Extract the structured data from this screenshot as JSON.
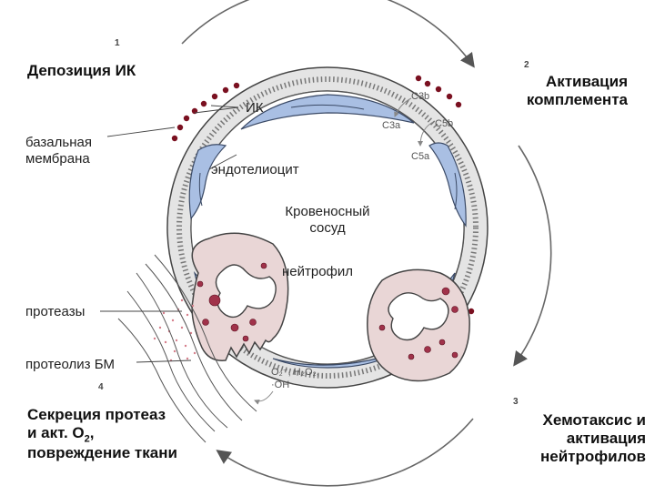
{
  "stages": {
    "s1": {
      "number": "1",
      "title": "Депозиция ИК"
    },
    "s2": {
      "number": "2",
      "title_line1": "Активация",
      "title_line2": "комплемента"
    },
    "s3": {
      "number": "3",
      "title_line1": "Хемотаксис и",
      "title_line2": "активация",
      "title_line3": "нейтрофилов"
    },
    "s4": {
      "number": "4",
      "title_line1": "Секреция протеаз",
      "title_line2": "и акт. O",
      "title_line2_sub": "2",
      "title_line2_tail": ",",
      "title_line3": "повреждение ткани"
    }
  },
  "labels": {
    "ik": "ИК",
    "basement_membrane_line1": "базальная",
    "basement_membrane_line2": "мембрана",
    "endothelial_cell": "эндотелиоцит",
    "vessel_line1": "Кровеносный",
    "vessel_line2": "сосуд",
    "neutrophil": "нейтрофил",
    "proteases": "протеазы",
    "bm_proteolysis": "протеолиз БМ"
  },
  "complement": {
    "c3b": "C3b",
    "c3a": "C3a",
    "c5b": "C5b",
    "c5a": "C5a"
  },
  "oxygen_species": {
    "line1": "O₂⁻, H₂O₂,",
    "line2": "·OH"
  },
  "colors": {
    "endothelium_blue": "#a9bfe3",
    "membrane_grey": "#d8d8d8",
    "cell_fill": "#e9d6d6",
    "granule": "#a0324a",
    "immune_complex": "#7a1020",
    "nucleus_fill": "#ffffff"
  }
}
